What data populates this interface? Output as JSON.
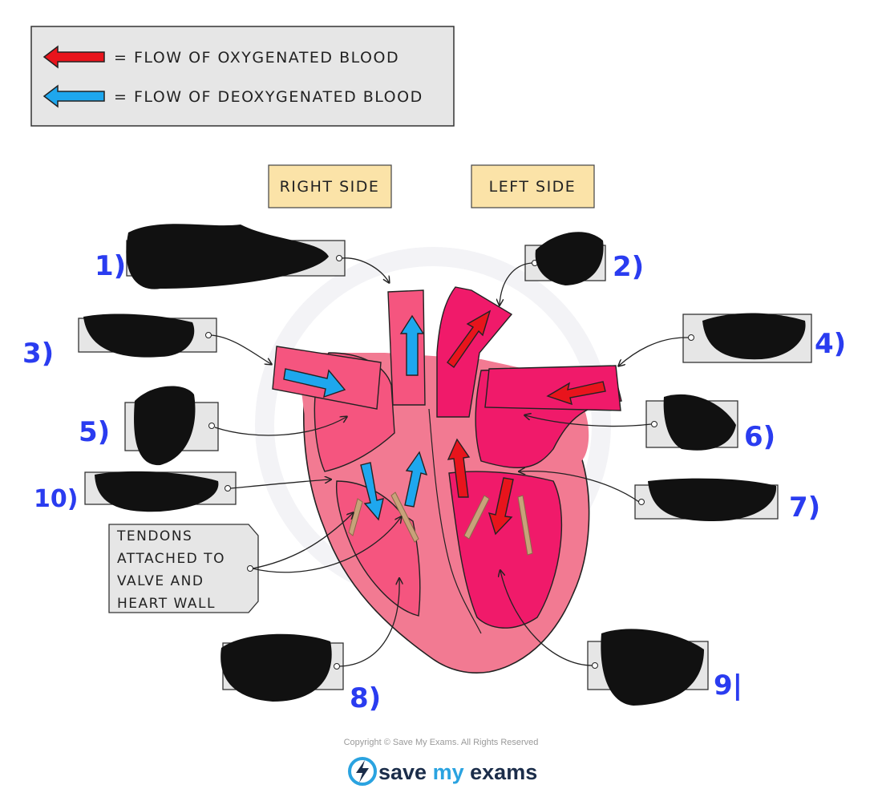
{
  "legend": {
    "oxygenated": "= FLOW  OF  OXYGENATED  BLOOD",
    "deoxygenated": "= FLOW  OF  DEOXYGENATED  BLOOD"
  },
  "sides": {
    "right": "RIGHT  SIDE",
    "left": "LEFT  SIDE"
  },
  "tendon_note": {
    "lines": [
      "TENDONS",
      "ATTACHED TO",
      "VALVE AND",
      "HEART WALL"
    ]
  },
  "label_numbers": [
    "1)",
    "2)",
    "3)",
    "4)",
    "5)",
    "6)",
    "7)",
    "8)",
    "9|",
    "10)"
  ],
  "footer": {
    "copyright": "Copyright © Save My Exams. All Rights Reserved",
    "brand_save": "save",
    "brand_my": "my",
    "brand_exams": "exams"
  },
  "colors": {
    "oxygenated": "#e8141c",
    "deoxygenated": "#1ea7ee",
    "heart_outer": "#f27a92",
    "left_chambers": "#f01a6a",
    "right_chambers": "#f5557f",
    "tendon": "#c8a27a",
    "tag": "#e6e6e6",
    "side_box": "#fbe3a8",
    "brand_blue": "#2aa3e0"
  }
}
